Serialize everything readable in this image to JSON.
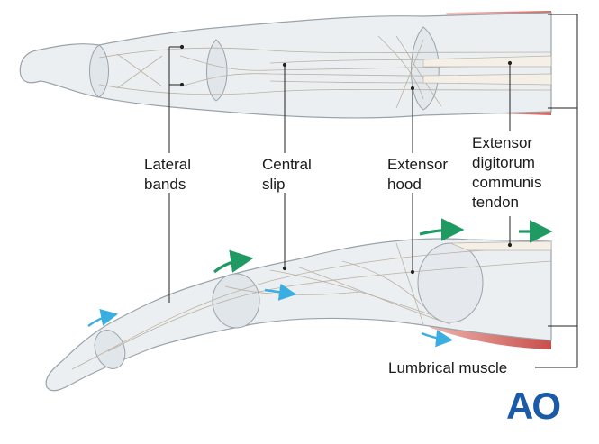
{
  "labels": {
    "lateral_bands": [
      "Lateral",
      "bands"
    ],
    "central_slip": [
      "Central",
      "slip"
    ],
    "extensor_hood": [
      "Extensor",
      "hood"
    ],
    "extensor_digitorum": [
      "Extensor",
      "digitorum",
      "communis",
      "tendon"
    ],
    "lumbrical_muscle": "Lumbrical muscle"
  },
  "logo": {
    "text": "AO",
    "color": "#1b5aa6"
  },
  "colors": {
    "bone_fill": "#e9ecee",
    "outline": "#9aa3aa",
    "tendon": "#f1ebe1",
    "muscle": "#d9716c",
    "arrow_green": "#1f9a63",
    "arrow_blue": "#3aaee0",
    "leader": "#222222"
  }
}
